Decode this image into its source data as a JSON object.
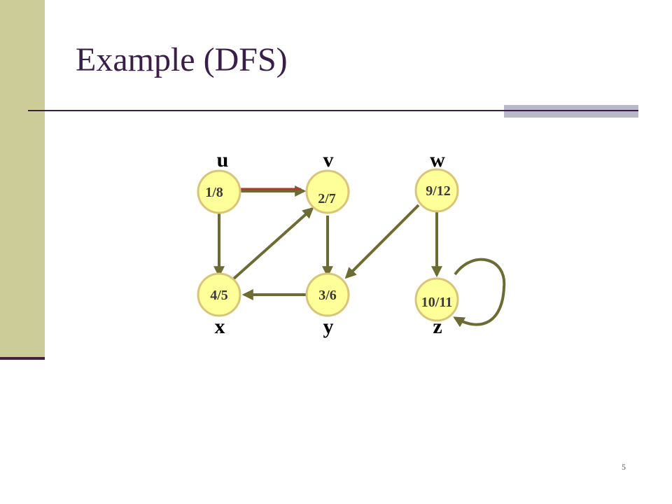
{
  "slide": {
    "title": "Example (DFS)",
    "page_number": "5"
  },
  "graph": {
    "vertices": {
      "u": {
        "name": "u",
        "times": "1/8"
      },
      "v": {
        "name": "v",
        "times": "2/7"
      },
      "w": {
        "name": "w",
        "times": "9/12"
      },
      "x": {
        "name": "x",
        "times": "4/5"
      },
      "y": {
        "name": "y",
        "times": "3/6"
      },
      "z": {
        "name": "z",
        "times": "10/11"
      }
    },
    "edges": [
      {
        "from": "u",
        "to": "v"
      },
      {
        "from": "u",
        "to": "x"
      },
      {
        "from": "x",
        "to": "v"
      },
      {
        "from": "v",
        "to": "y"
      },
      {
        "from": "y",
        "to": "x"
      },
      {
        "from": "w",
        "to": "y"
      },
      {
        "from": "w",
        "to": "z"
      },
      {
        "from": "z",
        "to": "z"
      }
    ]
  },
  "colors": {
    "accent": "#3b1d4a",
    "sidebar": "#cccc99",
    "node_fill": "#ffff99",
    "edge": "#6b6b33",
    "tree_edge_highlight": "#b03a2e"
  }
}
